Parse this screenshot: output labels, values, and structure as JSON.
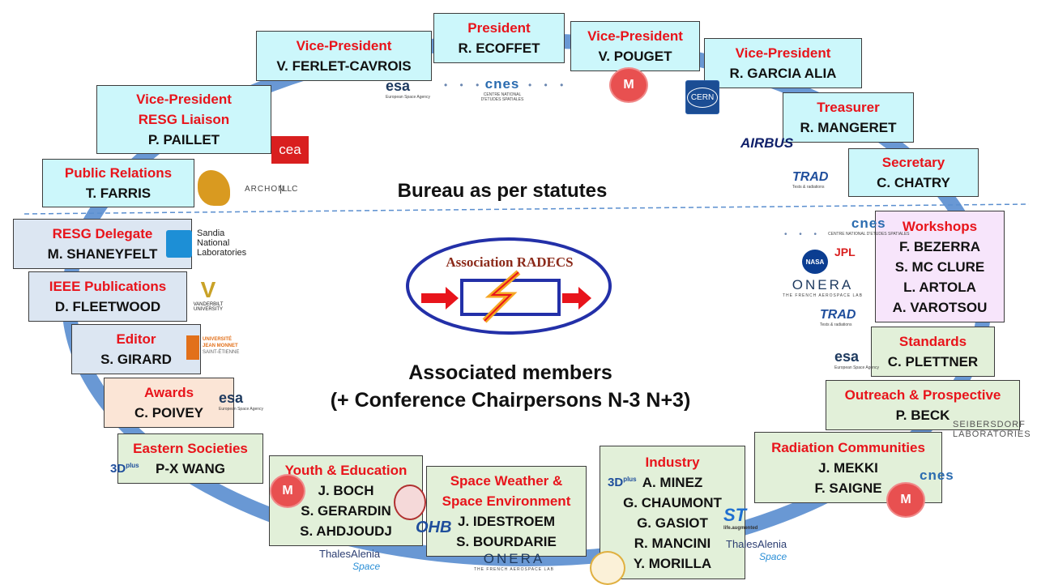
{
  "colors": {
    "role": "#e8141b",
    "ring": "#4f86cc",
    "divider": "#5b8fcf"
  },
  "title_bureau": "Bureau as per statutes",
  "title_associated": "Associated members",
  "subtitle_associated": "(+ Conference Chairpersons N-3 N+3)",
  "association_logo": {
    "text": "Association RADECS"
  },
  "bureau": [
    {
      "role": "President",
      "names": [
        "R. ECOFFET"
      ]
    },
    {
      "role": "Vice-President",
      "names": [
        "V. FERLET-CAVROIS"
      ]
    },
    {
      "role": "Vice-President",
      "names": [
        "V. POUGET"
      ]
    },
    {
      "role": "Vice-President",
      "names": [
        "R. GARCIA ALIA"
      ]
    },
    {
      "role": "Vice-President",
      "role2": "RESG Liaison",
      "names": [
        "P. PAILLET"
      ]
    },
    {
      "role": "Treasurer",
      "names": [
        "R. MANGERET"
      ]
    },
    {
      "role": "Secretary",
      "names": [
        "C. CHATRY"
      ]
    },
    {
      "role": "Public Relations",
      "names": [
        "T. FARRIS"
      ]
    }
  ],
  "associated": [
    {
      "role": "RESG Delegate",
      "names": [
        "M. SHANEYFELT"
      ]
    },
    {
      "role": "IEEE Publications",
      "names": [
        "D. FLEETWOOD"
      ]
    },
    {
      "role": "Editor",
      "names": [
        "S. GIRARD"
      ]
    },
    {
      "role": "Awards",
      "names": [
        "C. POIVEY"
      ]
    },
    {
      "role": "Eastern Societies",
      "names": [
        "P-X WANG"
      ]
    },
    {
      "role": "Youth & Education",
      "names": [
        "J. BOCH",
        "S. GERARDIN",
        "S. AHDJOUDJ"
      ]
    },
    {
      "role": "Space Weather &",
      "role2": "Space Environment",
      "names": [
        "J. IDESTROEM",
        "S. BOURDARIE"
      ]
    },
    {
      "role": "Industry",
      "names": [
        "A. MINEZ",
        "G. CHAUMONT",
        "G. GASIOT",
        "R. MANCINI",
        "Y. MORILLA"
      ]
    },
    {
      "role": "Radiation Communities",
      "names": [
        "J. MEKKI",
        "F. SAIGNE"
      ]
    },
    {
      "role": "Outreach & Prospective",
      "names": [
        "P. BECK"
      ]
    },
    {
      "role": "Standards",
      "names": [
        "C. PLETTNER"
      ]
    },
    {
      "role": "Workshops",
      "names": [
        "F. BEZERRA",
        "S. MC CLURE",
        "L. ARTOLA",
        "A. VAROTSOU"
      ]
    }
  ],
  "logos": {
    "esa": "esa",
    "esa_sub": "European Space Agency",
    "cnes": "cnes",
    "cnes_sub": "CENTRE NATIONAL D'ETUDES SPATIALES",
    "cea": "cea",
    "cern": "CERN",
    "airbus": "AIRBUS",
    "trad": "TRAD",
    "trad_sub": "Tests & radiations",
    "archon": "ARCHON",
    "archon_llc": "LLC",
    "sandia": [
      "Sandia",
      "National",
      "Laboratories"
    ],
    "vanderbilt": [
      "VANDERBILT",
      "UNIVERSITY"
    ],
    "ujm": [
      "UNIVERSITÉ",
      "JEAN MONNET",
      "SAINT-ÉTIENNE"
    ],
    "nasa": "NASA",
    "jpl": "JPL",
    "onera": "ONERA",
    "onera_sub": "THE FRENCH AEROSPACE LAB",
    "seibersdorf": [
      "SEIBERSDORF",
      "LABORATORIES"
    ],
    "threed": "3D",
    "threed_plus": "plus",
    "ohb": "OHB",
    "thales": "ThalesAlenia",
    "thales_space": "Space",
    "st": "ST",
    "st_sub": "life.augmented"
  }
}
